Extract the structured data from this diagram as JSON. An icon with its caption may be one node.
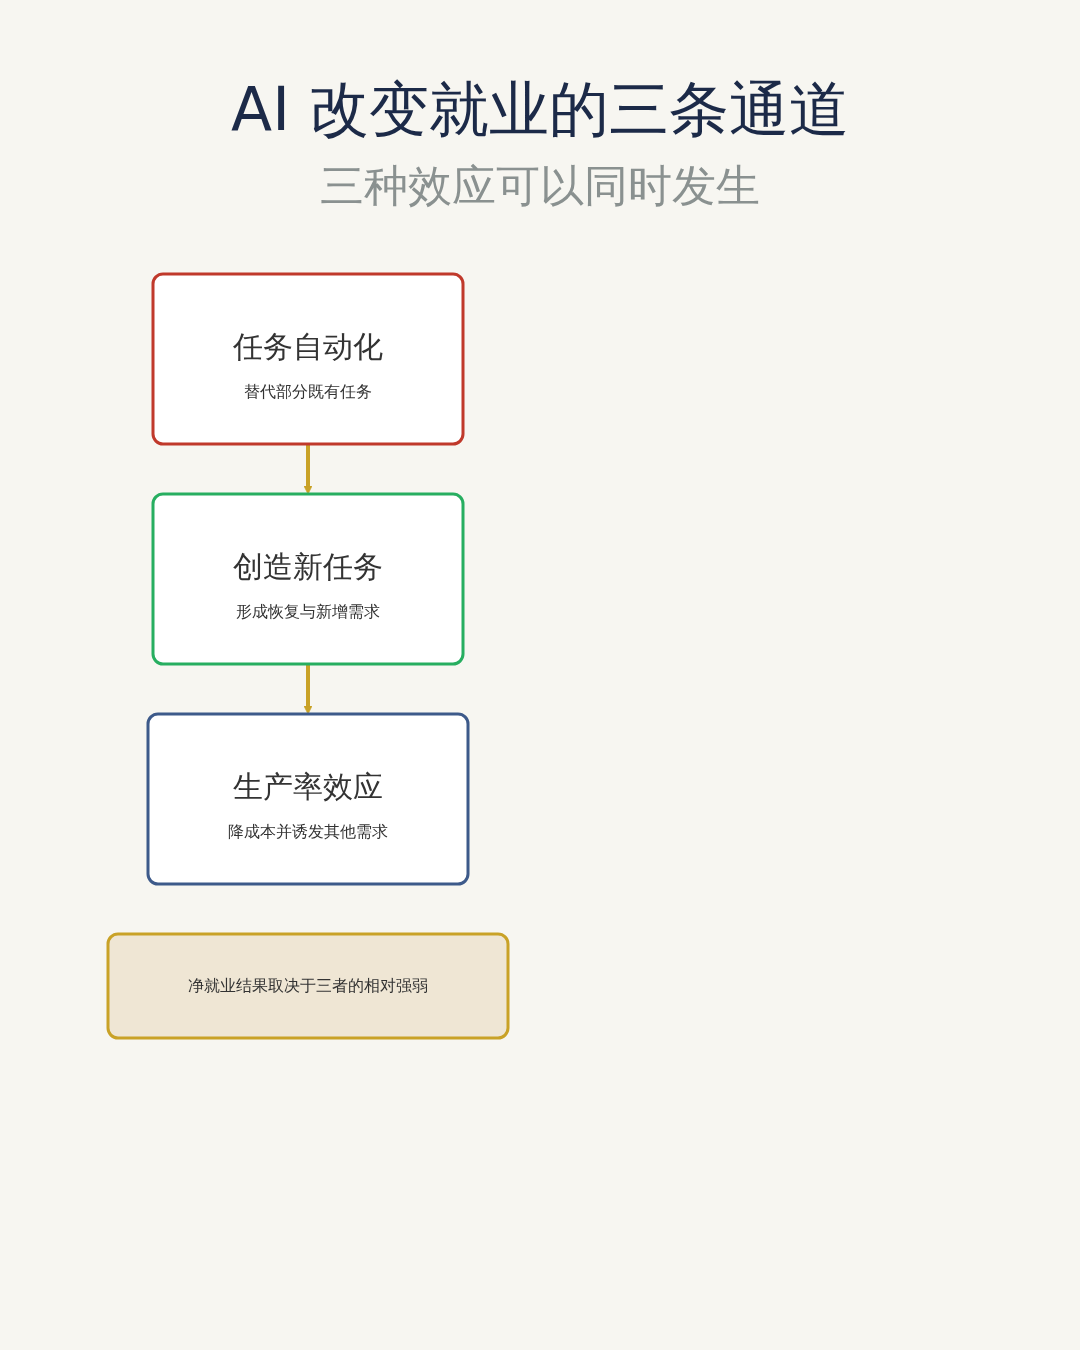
{
  "diagram": {
    "title": "AI 改变就业的三条通道",
    "nodes": [
      {
        "text": [
          "任务自动化",
          "替代部分既有任务"
        ]
      },
      {
        "text": [
          "创造新任务",
          "形成恢复与新增需求"
        ]
      },
      {
        "text": [
          "生产率效应",
          "降成本并诱发其他需求"
        ]
      },
      {
        "text": [
          "净就业结果取决于三者的相对强弱"
        ]
      }
    ],
    "edges": [
      {
        "from": 0,
        "to": 1,
        "arrow": "to"
      },
      {
        "from": 1,
        "to": 2,
        "arrow": "to"
      }
    ],
    "labels": [
      "三种效应可以同时发生"
    ]
  }
}
